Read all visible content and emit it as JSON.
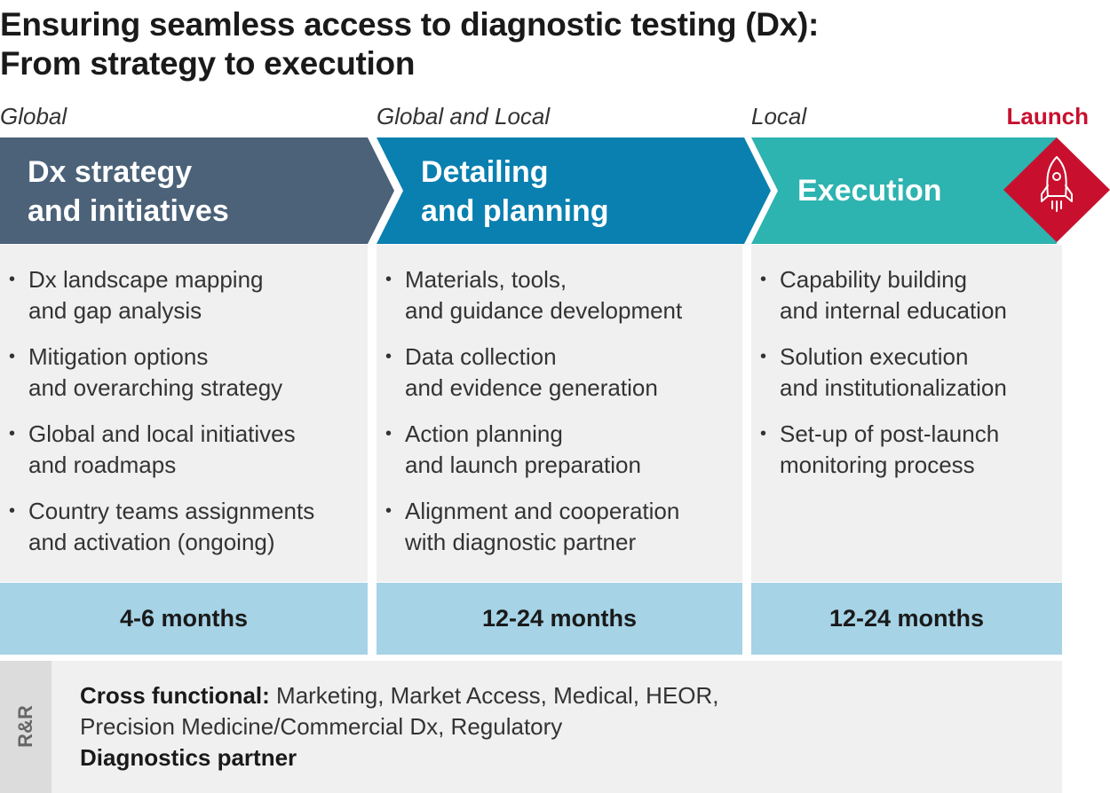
{
  "title": {
    "line1": "Ensuring seamless access to diagnostic testing (Dx):",
    "line2": "From strategy to execution"
  },
  "scopes": [
    "Global",
    "Global and Local",
    "Local"
  ],
  "launch": {
    "label": "Launch",
    "icon": "rocket-icon"
  },
  "phases": [
    {
      "title_line1": "Dx strategy",
      "title_line2": "and initiatives",
      "bullets": [
        [
          "Dx landscape mapping",
          "and gap analysis"
        ],
        [
          "Mitigation options",
          "and overarching strategy"
        ],
        [
          "Global and local initiatives",
          "and roadmaps"
        ],
        [
          "Country teams assignments",
          "and activation (ongoing)"
        ]
      ],
      "duration": "4-6 months"
    },
    {
      "title_line1": "Detailing",
      "title_line2": "and planning",
      "bullets": [
        [
          "Materials, tools,",
          "and guidance development"
        ],
        [
          "Data collection",
          "and evidence generation"
        ],
        [
          "Action planning",
          "and launch preparation"
        ],
        [
          "Alignment and cooperation",
          "with diagnostic partner"
        ]
      ],
      "duration": "12-24 months"
    },
    {
      "title_line1": "Execution",
      "title_line2": "",
      "bullets": [
        [
          "Capability building",
          "and internal education"
        ],
        [
          "Solution execution",
          "and institutionalization"
        ],
        [
          "Set-up of post-launch",
          "monitoring process"
        ]
      ],
      "duration": "12-24 months"
    }
  ],
  "roles": {
    "tab_label": "R&R",
    "cross_functional_label": "Cross functional:",
    "cross_functional_line1": "Marketing, Market Access, Medical, HEOR,",
    "cross_functional_line2": "Precision Medicine/Commercial Dx, Regulatory",
    "partner_label": "Diagnostics partner"
  },
  "colors": {
    "phase1": "#4b6279",
    "phase2": "#0a80b0",
    "phase3": "#2db3b0",
    "launch": "#c8102e",
    "duration_band": "#a6d3e6",
    "panel": "#f0f0f0"
  }
}
